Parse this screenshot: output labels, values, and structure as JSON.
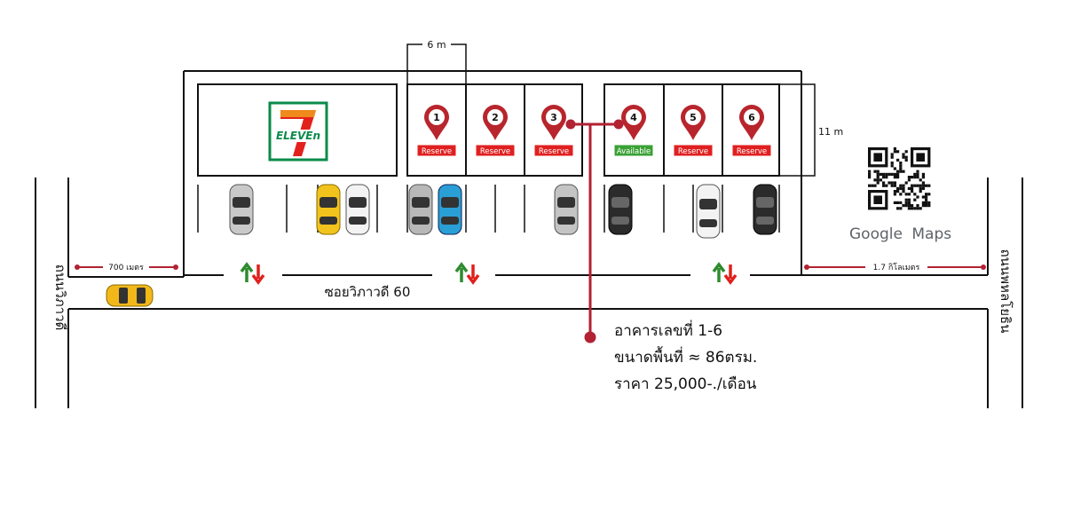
{
  "dimensions": {
    "unit_width": "6 m",
    "unit_depth": "11 m"
  },
  "units": [
    {
      "number": "1",
      "status": "Reserve"
    },
    {
      "number": "2",
      "status": "Reserve"
    },
    {
      "number": "3",
      "status": "Reserve"
    },
    {
      "number": "4",
      "status": "Available"
    },
    {
      "number": "5",
      "status": "Reserve"
    },
    {
      "number": "6",
      "status": "Reserve"
    }
  ],
  "store": {
    "line1": "7",
    "line2": "ELEVEn"
  },
  "distances": {
    "left": "700 เมตร",
    "right": "1.7 กิโลเมตร"
  },
  "roads": {
    "soi": "ซอยวิภาวดี 60",
    "left_main": "ถนนวิภาวดี",
    "right_main": "ถนนพหลโยธิน"
  },
  "info": {
    "line1": "อาคารเลขที่ 1-6",
    "line2": "ขนาดพื้นที่ ≈ 86ตรม.",
    "line3": "ราคา 25,000-./เดือน"
  },
  "maps": {
    "google": "Google",
    "maps": "Maps"
  },
  "colors": {
    "reserve": "#e02020",
    "available": "#3aa135",
    "pin": "#b8252c",
    "annotation": "#b22233",
    "seven_green": "#0a8a4a",
    "seven_orange": "#f08a1c",
    "seven_red": "#e3211c",
    "arrow_up": "#2e8b2e",
    "arrow_down": "#e0201c"
  }
}
